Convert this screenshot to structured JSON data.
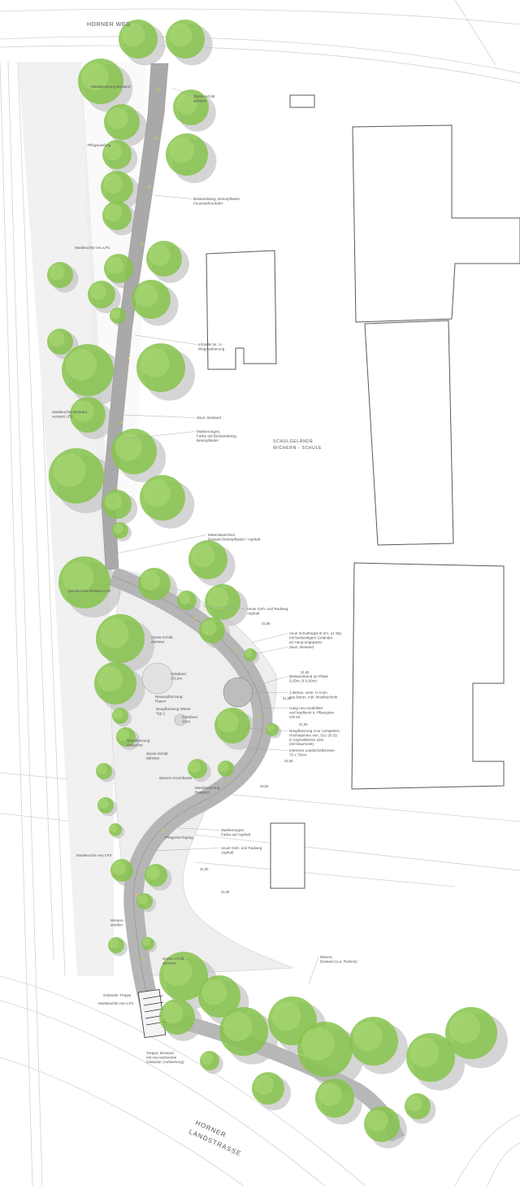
{
  "streets": {
    "horner_weg": "HORNER WEG",
    "horner_landstrasse_1": "HORNER",
    "horner_landstrasse_2": "LANDSTRASSE"
  },
  "school": {
    "line1": "SCHULGELÄNDE",
    "line2": "WICHERN - SCHULE"
  },
  "annotations": [
    {
      "lines": [
        "Zyess-Schild",
        "dahinter"
      ]
    },
    {
      "lines": [
        "Bestandsweg, Betonpflaster",
        "Feuerwehrzufahrt"
      ]
    },
    {
      "lines": [
        "Infotafel Nr. 1+",
        "Wegmarkierung"
      ]
    },
    {
      "lines": [
        "Zaun, Bestand"
      ]
    },
    {
      "lines": [
        "Markierungen,",
        "Farbe auf Bestandsweg,",
        "Betonpflaster"
      ]
    },
    {
      "lines": [
        "Materialwechsel",
        "Bestand Betonpflaster / Asphalt"
      ]
    },
    {
      "lines": [
        "neuer Geh- und Radweg",
        "Asphalt"
      ]
    },
    {
      "lines": [
        "neue Schultreppe B 2m, 14 Stg",
        "mit beidseitigem Geländer",
        "an Hang angepasst"
      ]
    },
    {
      "lines": [
        "Zaun, Bestand"
      ]
    },
    {
      "lines": [
        "Bestandsrand an Pfade",
        "0,25m, B 0,60m)"
      ]
    },
    {
      "lines": [
        "1 Bühne, versi. H 0,5m",
        "aus Beton, inkl. Musiktechnik"
      ]
    },
    {
      "lines": [
        "Hang neu modelliert",
        "und bepflanzt s. Pflanzplan",
        "GR 04"
      ]
    },
    {
      "lines": [
        "Neupflanzung Acer campestre,",
        "Hochstämme min. StU 20-25",
        "in Asphaltdecke ≥3m",
        "(mit Baumrost)"
      ]
    },
    {
      "lines": [
        "Intensive Landschaftsrasen",
        "70 x 70cm"
      ]
    },
    {
      "lines": [
        "Markierungen,",
        "Farbe auf Asphalt"
      ]
    },
    {
      "lines": [
        "neuer Geh- und Radweg",
        "Asphalt"
      ]
    },
    {
      "lines": [
        "Bäume,",
        "Bestand (u.a. Robinie)"
      ]
    }
  ],
  "labels_left": [
    {
      "lines": [
        "Maststeuerung Bestand"
      ]
    },
    {
      "lines": [
        "Pflegeumfang"
      ]
    },
    {
      "lines": [
        "Mastleuchte neu LP1"
      ]
    },
    {
      "lines": [
        "Mastleuchte Bestand",
        "versetzt LP1"
      ]
    },
    {
      "lines": [
        "Mastleuchte Bestand LP4"
      ]
    },
    {
      "lines": [
        "Mastleuchte neu LP3"
      ]
    },
    {
      "lines": [
        "Geländer Treppe"
      ]
    },
    {
      "lines": [
        "Mastleuchte neu LP2"
      ]
    },
    {
      "lines": [
        "Treppe, Bestand",
        "mit neu lackiertem",
        "Geländer (Aufwertung)"
      ]
    }
  ],
  "labels_inside": [
    {
      "lines": [
        "Zyess-Schild,",
        "dahinter"
      ]
    },
    {
      "lines": [
        "Gräsbeet",
        "∅3,5m"
      ]
    },
    {
      "lines": [
        "Neuanpflanzung",
        "Rasen"
      ]
    },
    {
      "lines": [
        "Neupflanzung Wiese",
        "Typ 1"
      ]
    },
    {
      "lines": [
        "Gräsbeet",
        "∅2m"
      ]
    },
    {
      "lines": [
        "Neupflanzung",
        "Sträucher"
      ]
    },
    {
      "lines": [
        "Zyess-Schild,",
        "dahinter"
      ]
    },
    {
      "lines": [
        "Wiesen-/Hochbeete"
      ]
    },
    {
      "lines": [
        "Pflegedurchgang"
      ]
    },
    {
      "lines": [
        "Wiesen-",
        "streifen"
      ]
    },
    {
      "lines": [
        "Zyess-Schild,",
        "dahinter"
      ]
    },
    {
      "lines": [
        "Maststeuerung",
        "Bestand"
      ]
    }
  ],
  "levels": [
    "31,68",
    "31,50",
    "31,50",
    "31,50",
    "30,50",
    "31,30",
    "31,50",
    "31,00"
  ],
  "colors": {
    "tree_fill": "#86c34c",
    "tree_shade": "#c4c4c4",
    "path": "#a9a9a9",
    "plaza": "#ebebeb",
    "building_stroke": "#5a5a5a"
  }
}
